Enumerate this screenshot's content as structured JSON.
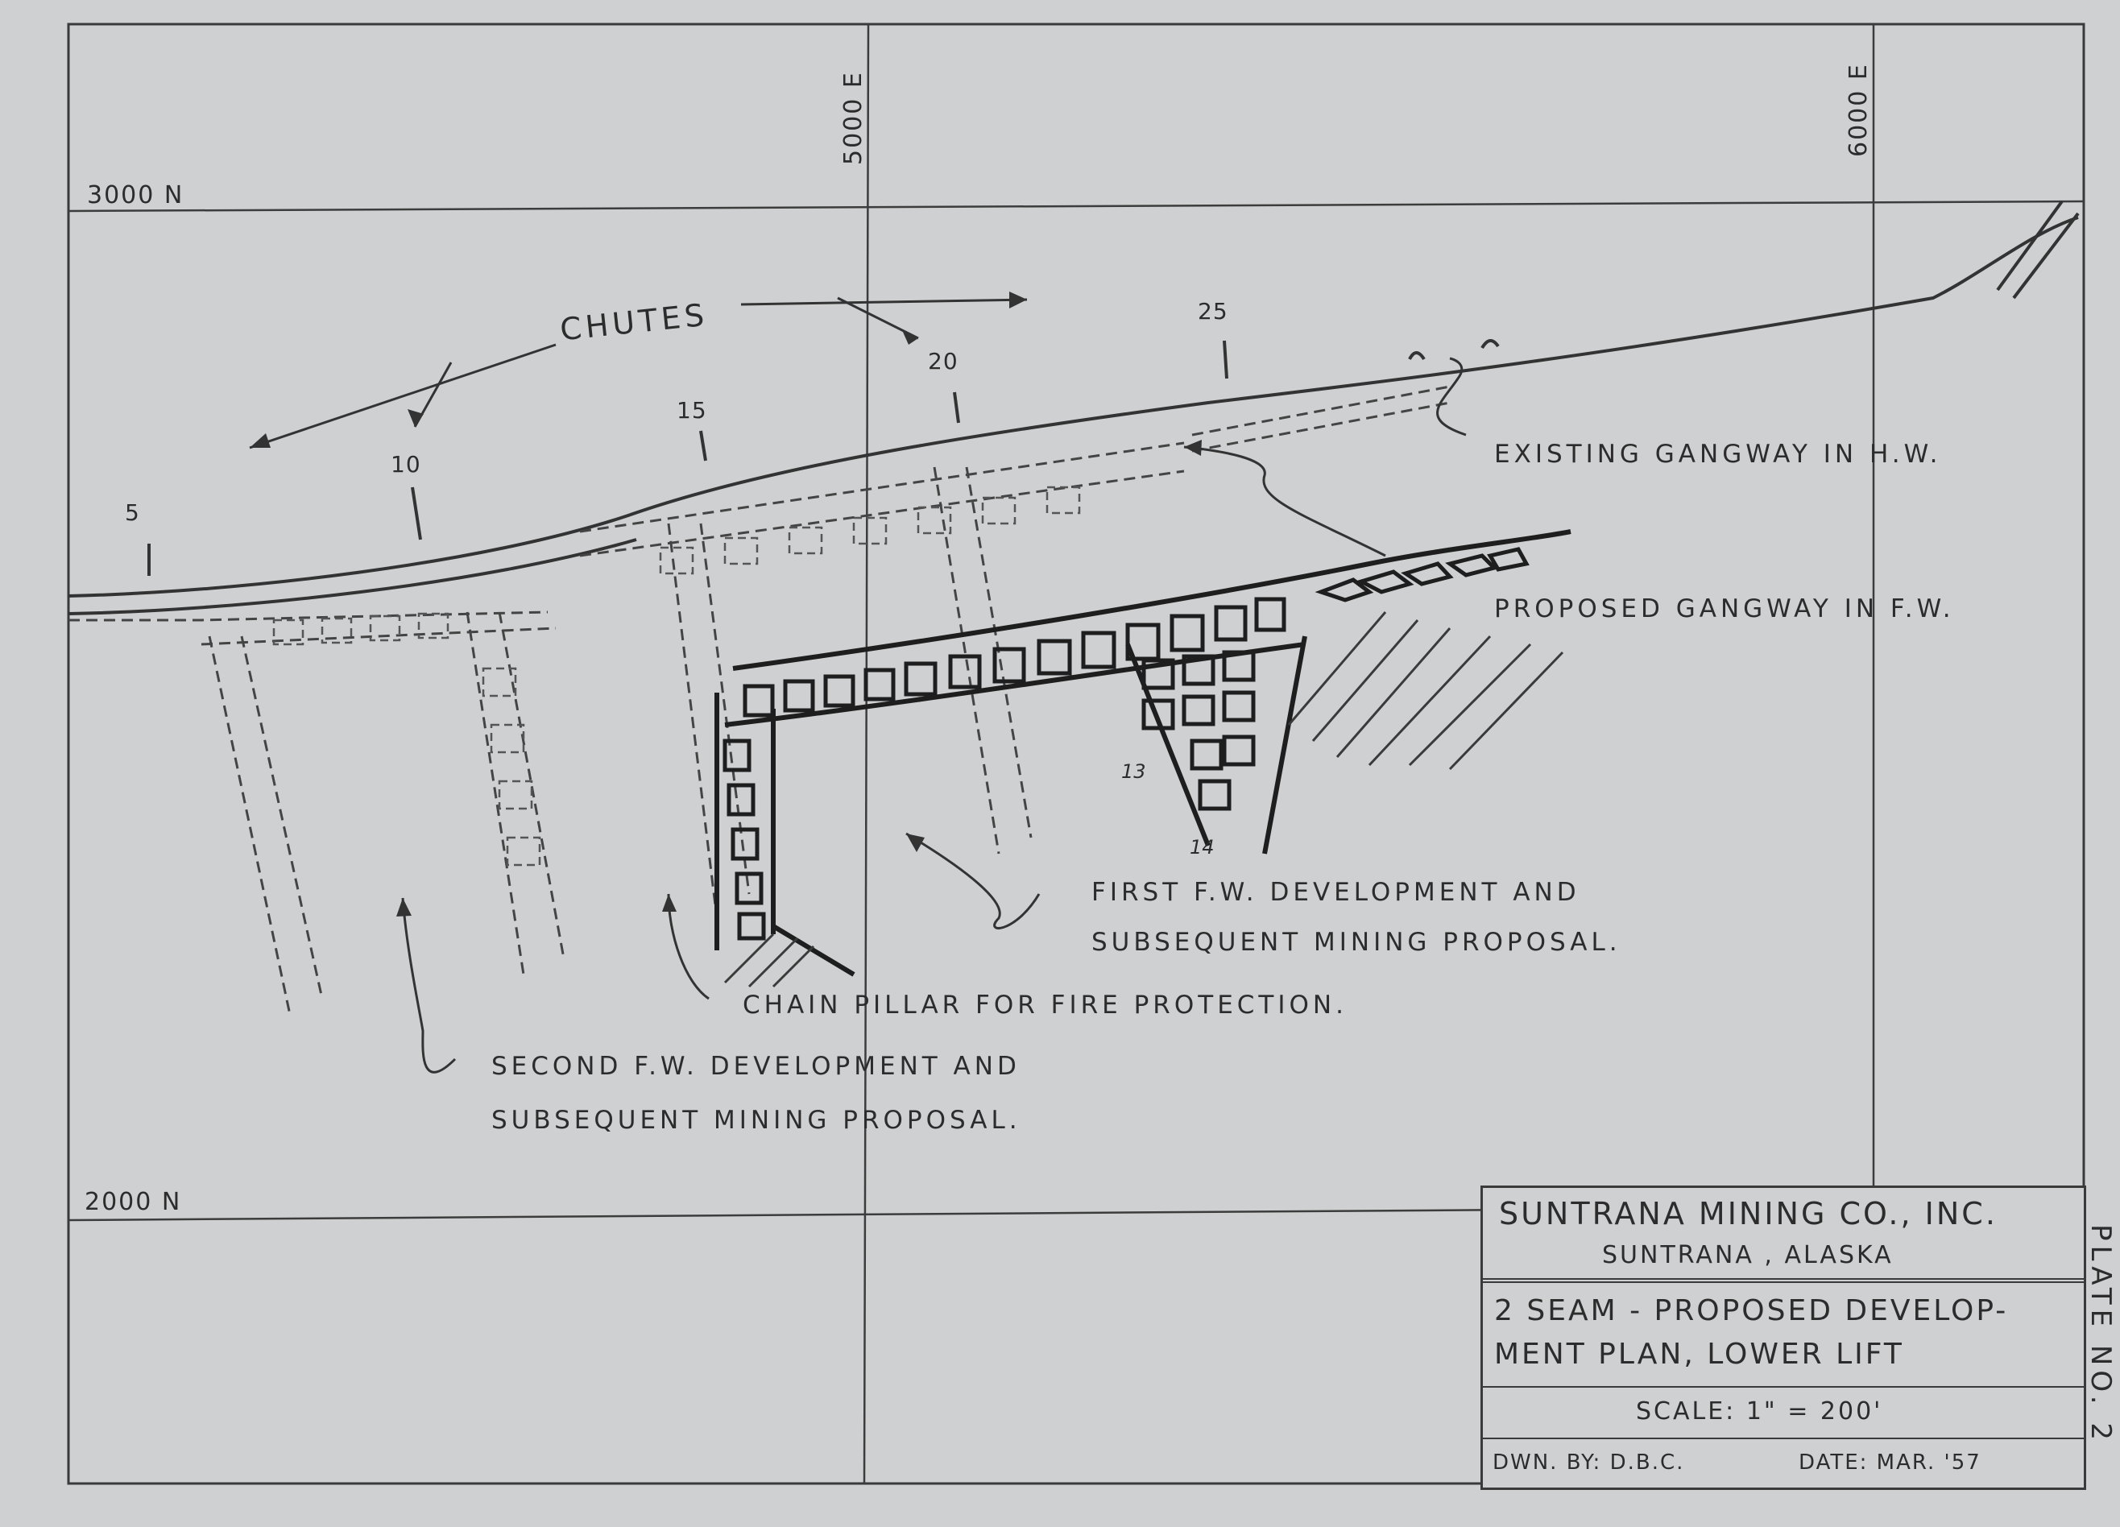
{
  "plate": "PLATE NO. 2",
  "grid": {
    "north_top": "3000 N",
    "north_bottom": "2000 N",
    "east_left": "5000 E",
    "east_right": "6000 E"
  },
  "chute_numbers": [
    "5",
    "10",
    "15",
    "20",
    "25"
  ],
  "pillar_numbers": [
    "13",
    "14"
  ],
  "annotations": {
    "chutes": "CHUTES",
    "existing_gangway": "EXISTING GANGWAY IN H.W.",
    "proposed_gangway": "PROPOSED GANGWAY IN F.W.",
    "first_fw_line1": "FIRST F.W. DEVELOPMENT AND",
    "first_fw_line2": "SUBSEQUENT MINING PROPOSAL.",
    "chain_pillar": "CHAIN PILLAR FOR FIRE PROTECTION.",
    "second_fw_line1": "SECOND F.W. DEVELOPMENT AND",
    "second_fw_line2": "SUBSEQUENT MINING PROPOSAL."
  },
  "title_block": {
    "company": "SUNTRANA MINING CO., INC.",
    "location": "SUNTRANA , ALASKA",
    "title_line1": "2 SEAM - PROPOSED DEVELOP-",
    "title_line2": "MENT PLAN, LOWER LIFT",
    "scale": "SCALE: 1\" = 200'",
    "drawn_by": "DWN. BY: D.B.C.",
    "date": "DATE: MAR. '57"
  },
  "colors": {
    "paper": "#cfd0d1",
    "ink": "#2c2c2c"
  }
}
